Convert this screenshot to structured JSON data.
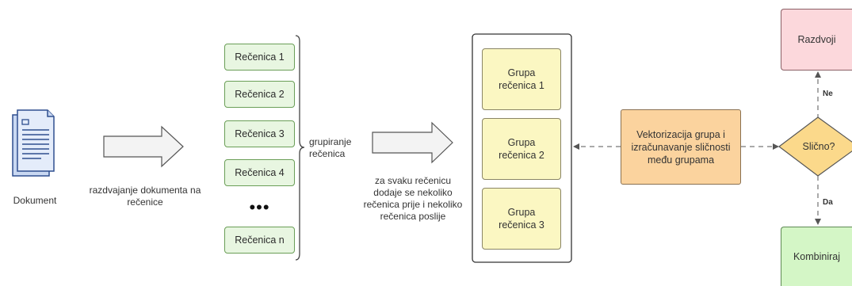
{
  "document": {
    "label": "Dokument",
    "icon": "document-icon"
  },
  "split_step": {
    "label": "razdvajanje dokumenta na rečenice"
  },
  "sentences": [
    "Rečenica 1",
    "Rečenica 2",
    "Rečenica 3",
    "Rečenica 4",
    "Rečenica n"
  ],
  "ellipsis": "•••",
  "grouping": {
    "label": "grupiranje rečenica"
  },
  "window_step": {
    "label": "za svaku rečenicu dodaje se nekoliko rečenica prije i nekoliko rečenica poslije"
  },
  "groups": [
    "Grupa rečenica 1",
    "Grupa rečenica 2",
    "Grupa rečenica 3"
  ],
  "vectorize": {
    "label": "Vektorizacija grupa i izračunavanje sličnosti među grupama"
  },
  "decision": {
    "label": "Slično?",
    "no_label": "Ne",
    "yes_label": "Da"
  },
  "split_result": {
    "label": "Razdvoji"
  },
  "merge_result": {
    "label": "Kombiniraj"
  },
  "colors": {
    "sentence_fill": "#e8f6e1",
    "group_fill": "#fbf7c2",
    "vectorize_fill": "#fbd39e",
    "decision_fill": "#fbd98b",
    "split_fill": "#fcd8dc",
    "merge_fill": "#d4f6c6",
    "doc_icon": "#2f4f8f"
  }
}
